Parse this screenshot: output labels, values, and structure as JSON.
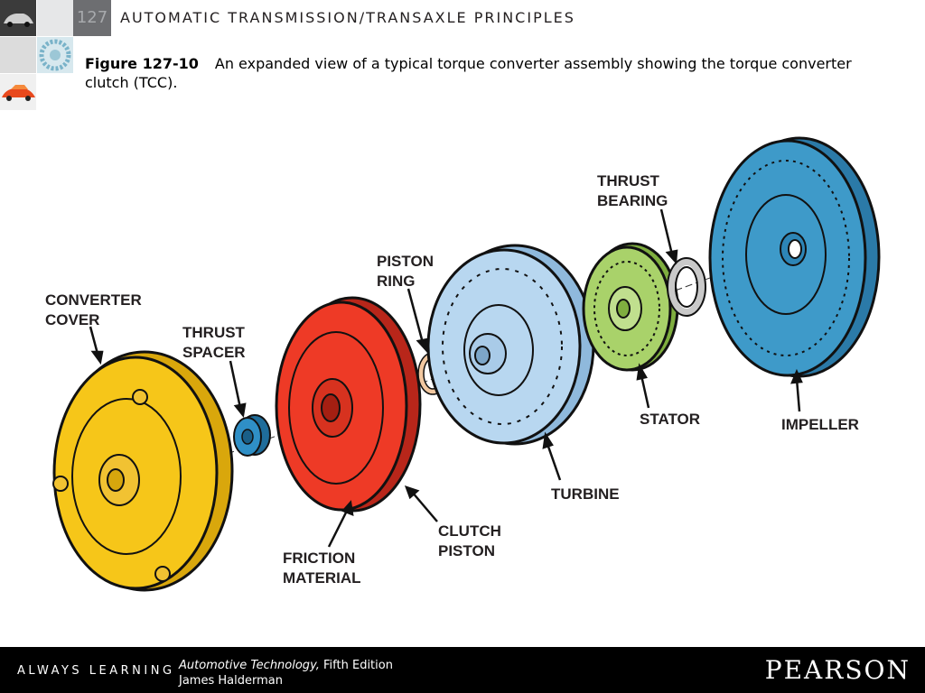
{
  "header": {
    "chapter_number": "127",
    "chapter_title": "AUTOMATIC TRANSMISSION/TRANSAXLE PRINCIPLES"
  },
  "caption": {
    "figure_number": "Figure 127-10",
    "text": "An expanded view of a typical torque converter assembly showing the torque converter clutch (TCC)."
  },
  "diagram": {
    "labels": {
      "converter_cover_1": "CONVERTER",
      "converter_cover_2": "COVER",
      "thrust_spacer_1": "THRUST",
      "thrust_spacer_2": "SPACER",
      "piston_ring_1": "PISTON",
      "piston_ring_2": "RING",
      "thrust_bearing_1": "THRUST",
      "thrust_bearing_2": "BEARING",
      "friction_material_1": "FRICTION",
      "friction_material_2": "MATERIAL",
      "clutch_piston_1": "CLUTCH",
      "clutch_piston_2": "PISTON",
      "turbine": "TURBINE",
      "stator": "STATOR",
      "impeller": "IMPELLER"
    },
    "colors": {
      "converter_cover": "#f6c619",
      "thrust_spacer": "#2f8fc6",
      "clutch_piston": "#ee3a26",
      "piston_ring": "#f2c8a0",
      "turbine": "#b8d7f0",
      "stator": "#a9d26a",
      "thrust_bearing": "#c9c9c9",
      "impeller": "#3e9ac9"
    }
  },
  "footer": {
    "tagline": "ALWAYS LEARNING",
    "book_title": "Automotive Technology,",
    "edition": " Fifth Edition",
    "author": "James Halderman",
    "publisher": "PEARSON"
  }
}
